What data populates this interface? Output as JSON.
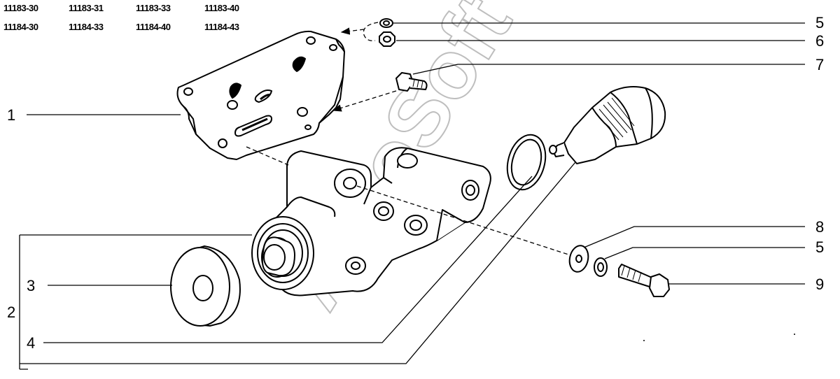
{
  "models": [
    {
      "row": 0,
      "col": 0,
      "text": "11183-30"
    },
    {
      "row": 0,
      "col": 1,
      "text": "11183-31"
    },
    {
      "row": 0,
      "col": 2,
      "text": "11183-33"
    },
    {
      "row": 0,
      "col": 3,
      "text": "11183-40"
    },
    {
      "row": 1,
      "col": 0,
      "text": "11184-30"
    },
    {
      "row": 1,
      "col": 1,
      "text": "11184-33"
    },
    {
      "row": 1,
      "col": 2,
      "text": "11184-40"
    },
    {
      "row": 1,
      "col": 3,
      "text": "11184-43"
    }
  ],
  "callouts": {
    "c1": "1",
    "c2": "2",
    "c3": "3",
    "c4": "4",
    "c5a": "5",
    "c6": "6",
    "c7": "7",
    "c8": "8",
    "c5b": "5",
    "c9": "9"
  },
  "watermark": "AutoSoft",
  "colors": {
    "line": "#000000",
    "watermark": "#b8b8b8",
    "background": "#ffffff"
  }
}
